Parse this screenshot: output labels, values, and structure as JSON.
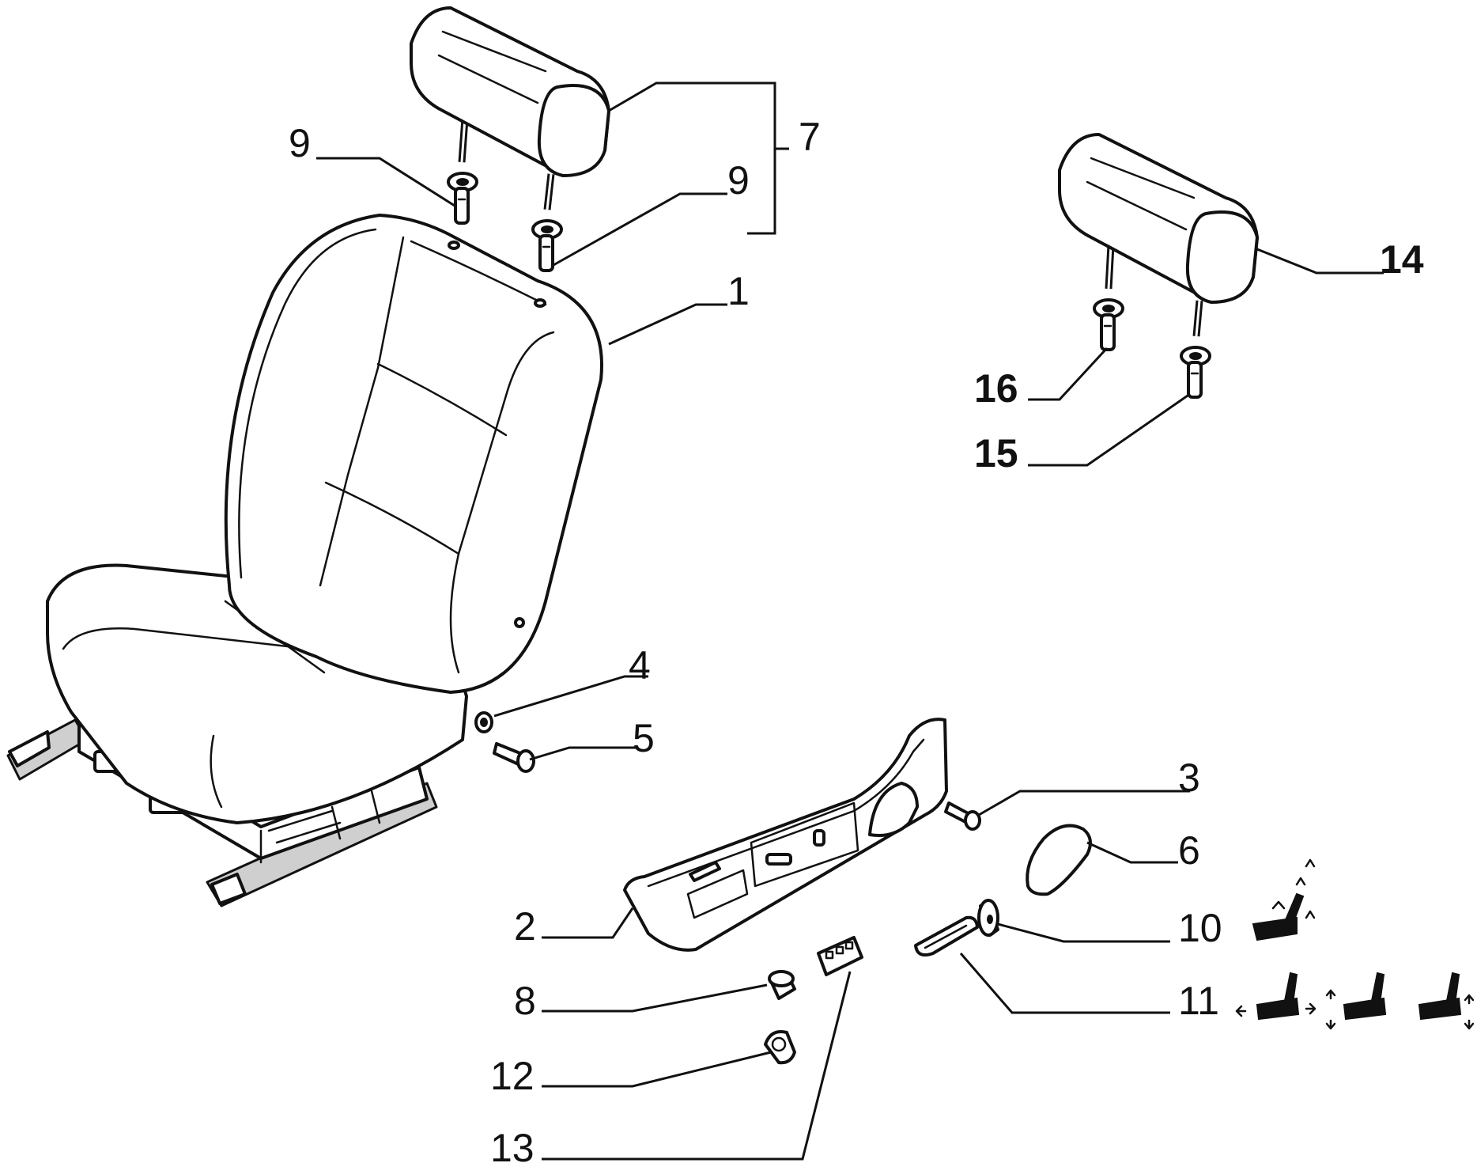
{
  "labels": {
    "p1": "1",
    "p2": "2",
    "p3": "3",
    "p4": "4",
    "p5": "5",
    "p6": "6",
    "p7": "7",
    "p8": "8",
    "p9a": "9",
    "p9b": "9",
    "p10": "10",
    "p11": "11",
    "p12": "12",
    "p13": "13",
    "p14": "14",
    "p15": "15",
    "p16": "16"
  },
  "colors": {
    "line": "#111111",
    "background": "#ffffff"
  }
}
